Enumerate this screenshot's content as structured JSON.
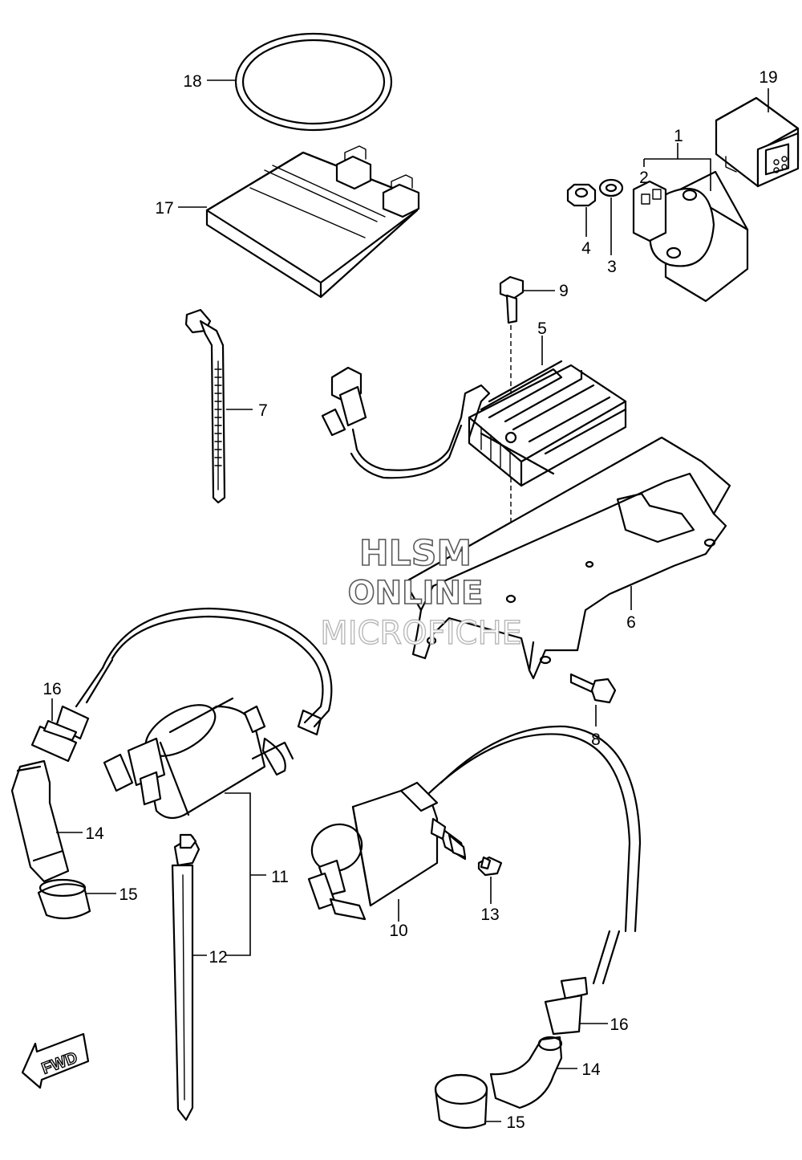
{
  "watermark": {
    "line1": "HLSM",
    "line2": "ONLINE",
    "line3": "MICROFICHE"
  },
  "fwd_arrow": {
    "label": "FWD",
    "icon": "fwd-arrow-icon"
  },
  "callouts": {
    "c1": "1",
    "c2": "2",
    "c3": "3",
    "c4": "4",
    "c5": "5",
    "c6": "6",
    "c7": "7",
    "c8": "8",
    "c9": "9",
    "c10": "10",
    "c11": "11",
    "c12": "12",
    "c13": "13",
    "c14a": "14",
    "c14b": "14",
    "c15a": "15",
    "c15b": "15",
    "c16a": "16",
    "c16b": "16",
    "c17": "17",
    "c18": "18",
    "c19": "19"
  }
}
